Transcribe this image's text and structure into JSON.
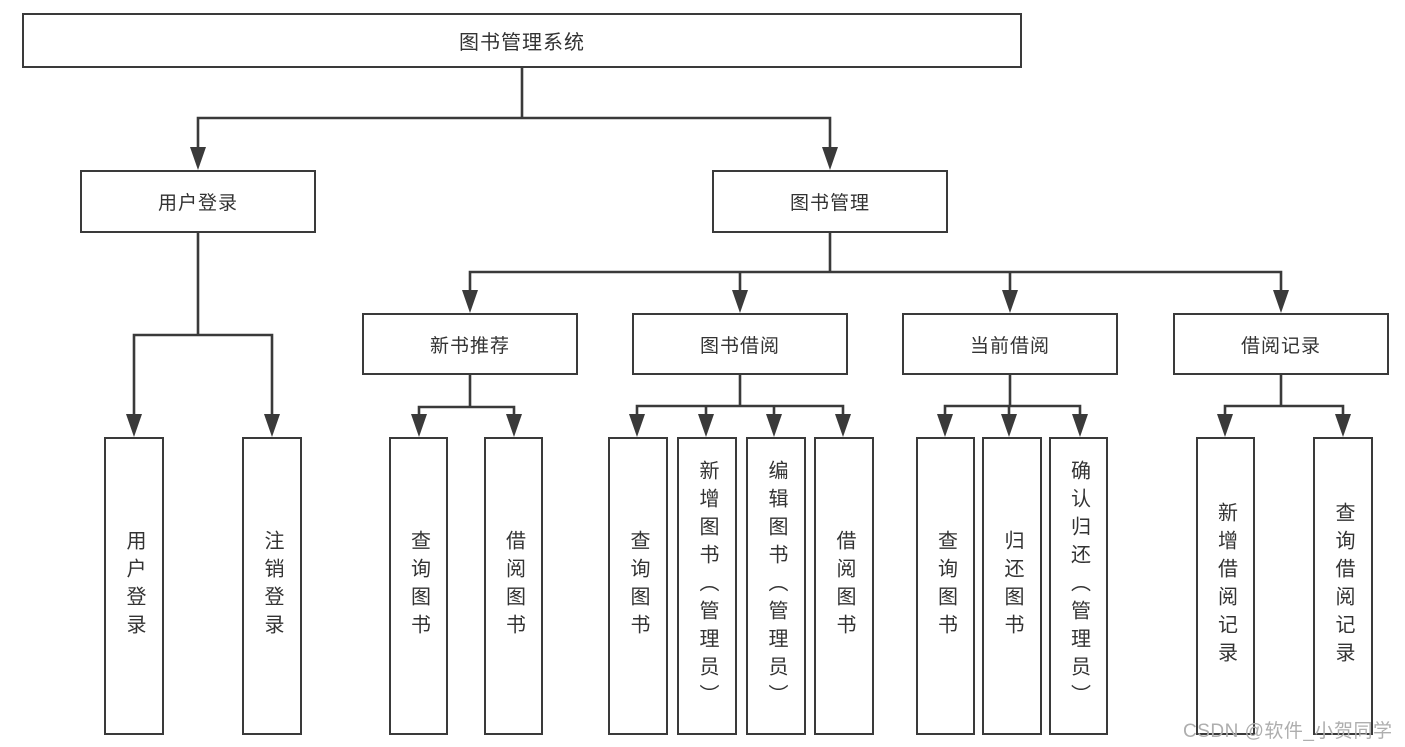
{
  "diagram": {
    "root": "图书管理系统",
    "branches": [
      {
        "label": "用户登录",
        "children": [
          {
            "label": "用户登录"
          },
          {
            "label": "注销登录"
          }
        ]
      },
      {
        "label": "图书管理",
        "children": [
          {
            "label": "新书推荐",
            "children": [
              {
                "label": "查询图书"
              },
              {
                "label": "借阅图书"
              }
            ]
          },
          {
            "label": "图书借阅",
            "children": [
              {
                "label": "查询图书"
              },
              {
                "label": "新增图书（管理员）"
              },
              {
                "label": "编辑图书（管理员）"
              },
              {
                "label": "借阅图书"
              }
            ]
          },
          {
            "label": "当前借阅",
            "children": [
              {
                "label": "查询图书"
              },
              {
                "label": "归还图书"
              },
              {
                "label": "确认归还（管理员）"
              }
            ]
          },
          {
            "label": "借阅记录",
            "children": [
              {
                "label": "新增借阅记录"
              },
              {
                "label": "查询借阅记录"
              }
            ]
          }
        ]
      }
    ]
  },
  "watermark": {
    "text": "CSDN @软件_小贺同学"
  },
  "colors": {
    "line": "#3a3a3a",
    "text": "#333333",
    "watermark": "#aeaeae",
    "background": "#ffffff"
  }
}
